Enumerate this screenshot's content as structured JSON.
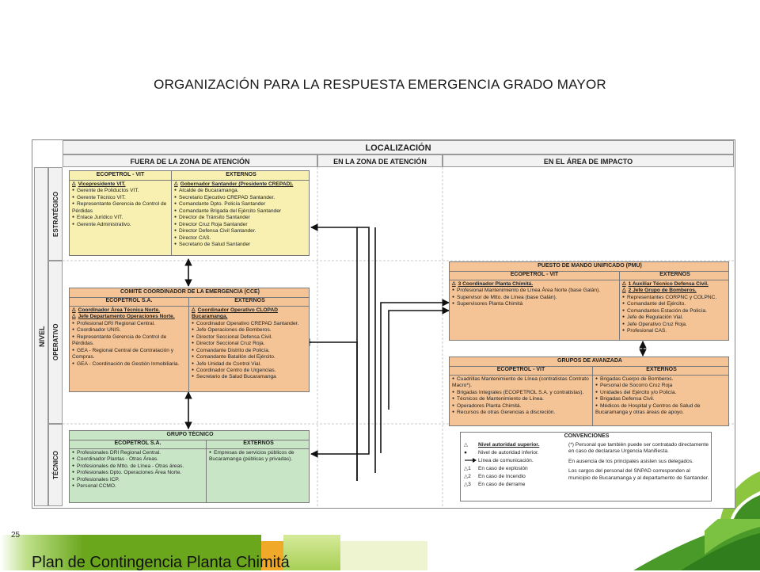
{
  "title": "ORGANIZACIÓN PARA LA RESPUESTA EMERGENCIA GRADO MAYOR",
  "localizacion": "LOCALIZACIÓN",
  "zones": {
    "fuera": "FUERA DE LA ZONA DE ATENCIÓN",
    "en_zona": "EN LA ZONA DE ATENCIÓN",
    "impacto": "EN EL ÁREA DE IMPACTO"
  },
  "levels": {
    "nivel": "NIVEL",
    "estrategico": "ESTRATÉGICO",
    "operativo": "OPERATIVO",
    "tecnico": "TÉCNICO"
  },
  "estrategico_box": {
    "left_head": "ECOPETROL - VIT",
    "right_head": "EXTERNOS",
    "left_lead": "Vicepresidente VIT.",
    "left_items": [
      "Gerente de Poliductos VIT.",
      "Gerente Técnico VIT.",
      "Representante Gerencia de Control de Pérdidas",
      "Enlace Jurídico VIT.",
      "Gerente Administrativo."
    ],
    "right_lead": "Gobernador Santander (Presidente CREPAD).",
    "right_items": [
      "Alcalde de Bucaramanga.",
      "Secretario Ejecutivo CREPAD Santander.",
      "Comandante Dpto. Policía Santander",
      "Comandante Brigada del Ejército Santander",
      "Director de Tránsito Santander",
      "Director Cruz Roja Santander",
      "Director Defensa Civil Santander.",
      "Director CAS.",
      "Secretario de Salud Santander"
    ]
  },
  "cce_box": {
    "title": "COMITÉ COORDINADOR DE LA EMERGENCIA (CCE)",
    "left_head": "ECOPETROL S.A.",
    "right_head": "EXTERNOS",
    "left_lead": "Coordinador Área Técnica Norte.",
    "left_lead2": "Jefe Departamento Operaciones Norte.",
    "left_items": [
      "Profesional DRI Regional Central.",
      "Coordinador UNIS.",
      "Representante Gerencia de Control de Pérdidas.",
      "GEA - Regional Central de Contratación y Compras.",
      "GEA - Coordinación de Gestión Inmobiliaria."
    ],
    "right_lead": "Coordinador Operativo CLOPAD Bucaramanga.",
    "right_items": [
      "Coordinador Operativo CREPAD Santander.",
      "Jefe Operaciones de Bomberos.",
      "Director Seccional Defensa Civil.",
      "Director Seccional Cruz Roja.",
      "Comandante Distrito de Policía.",
      "Comandante Batallón del Ejército.",
      "Jefe Unidad de Control Vial.",
      "Coordinador Centro de Urgencias.",
      "Secretario de Salud Bucaramanga"
    ]
  },
  "tecnico_box": {
    "title": "GRUPO TÉCNICO",
    "left_head": "ECOPETROL S.A.",
    "right_head": "EXTERNOS",
    "left_items": [
      "Profesionales DRI Regional Central.",
      "Coordinador Plantas - Otras Áreas.",
      "Profesionales de Mtto. de Línea - Otras áreas.",
      "Profesionales Dpto. Operaciones Área Norte.",
      "Profesionales ICP.",
      "Personal CCMO."
    ],
    "right_items": [
      "Empresas de servicios públicos de Bucaramanga (públicas y privadas)."
    ]
  },
  "pmu_box": {
    "title": "PUESTO DE MANDO UNIFICADO (PMU)",
    "left_head": "ECOPETROL - VIT",
    "right_head": "EXTERNOS",
    "left_lead": "3 Coordinador Planta Chimitá.",
    "left_items": [
      "Profesional Mantenimiento de Línea Área Norte (base Galán).",
      "Supervisor de Mtto. de Línea (base Galán).",
      "Supervisores Planta Chimitá"
    ],
    "right_lead": "1 Auxiliar Técnico Defensa Civil.",
    "right_lead2": "2 Jefe Grupo de Bomberos.",
    "right_items": [
      "Representantes CORPNC y COLPNC.",
      "Comandante del Ejército.",
      "Comandantes Estación de Policía.",
      "Jefe de Regulación Vial.",
      "Jefe Operativo Cruz Roja.",
      "Profesional CAS."
    ]
  },
  "avanzada_box": {
    "title": "GRUPOS DE AVANZADA",
    "left_head": "ECOPETROL - VIT",
    "right_head": "EXTERNOS",
    "left_items": [
      "Cuadrillas Mantenimiento de Línea (contratistas Contrato Macro*).",
      "Brigadas Integrales (ECOPETROL S.A. y contratistas).",
      "Técnicos de Mantenimiento de Línea.",
      "Operadores Planta Chimitá.",
      "Recursos de otras Gerencias a discreción."
    ],
    "right_items": [
      "Brigadas Cuerpo de Bomberos.",
      "Personal de Socorro Cruz Roja",
      "Unidades del Ejército y/o Policía.",
      "Brigadas Defensa Civil.",
      "Médicos de Hospital y Centros de Salud de Bucaramanga y otras áreas de apoyo."
    ]
  },
  "convenciones": {
    "title": "CONVENCIONES",
    "rows": [
      "Nivel autoridad superior.",
      "Nivel de autoridad inferior.",
      "Línea de comunicación.",
      "En caso de explosión",
      "En caso de Incendio",
      "En caso de derrame"
    ],
    "symbols": [
      "△",
      "●",
      "",
      "△1",
      "△2",
      "△3"
    ],
    "notes": [
      "(*) Personal que también puede ser contratado directamente en caso de declararse Urgencia Manifiesta.",
      "En ausencia de los principales asisten sus delegados.",
      "Los cargos del personal del SNPAD corresponden al municipio de Bucaramanga y al departamento de Santander."
    ]
  },
  "page_number": "25",
  "footer": "Plan de Contingencia  Planta Chimitá",
  "colors": {
    "yellow": "#f7f0b0",
    "orange": "#f4c496",
    "green": "#c8e6c6",
    "footer_green": "#8cbf26",
    "footer_orange": "#f0a928"
  }
}
